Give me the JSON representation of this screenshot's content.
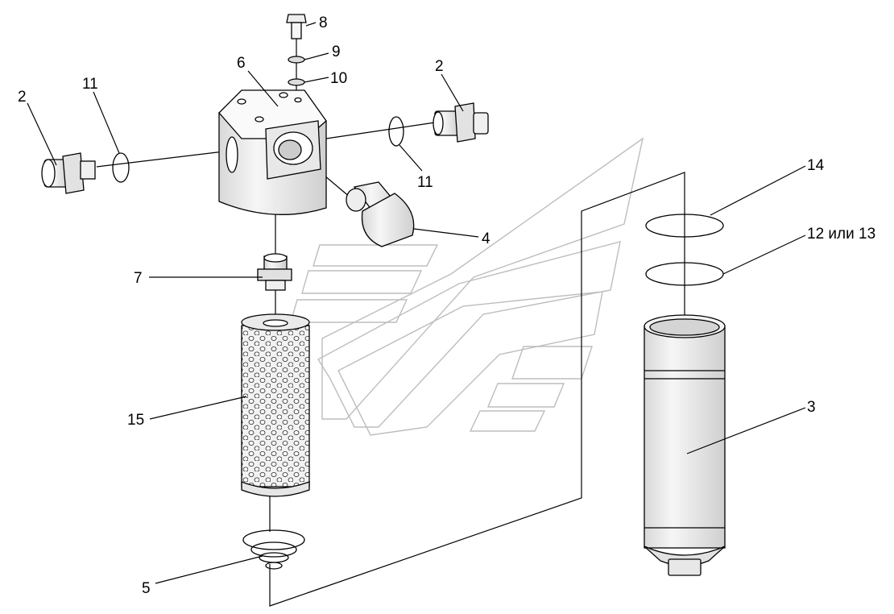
{
  "diagram": {
    "callouts": [
      {
        "id": "c8",
        "text": "8"
      },
      {
        "id": "c9",
        "text": "9"
      },
      {
        "id": "c10",
        "text": "10"
      },
      {
        "id": "c6",
        "text": "6"
      },
      {
        "id": "c2l",
        "text": "2"
      },
      {
        "id": "c11l",
        "text": "11"
      },
      {
        "id": "c2r",
        "text": "2"
      },
      {
        "id": "c11r",
        "text": "11"
      },
      {
        "id": "c4",
        "text": "4"
      },
      {
        "id": "c14",
        "text": "14"
      },
      {
        "id": "c12",
        "text": "12 или 13"
      },
      {
        "id": "c7",
        "text": "7"
      },
      {
        "id": "c15",
        "text": "15"
      },
      {
        "id": "c3",
        "text": "3"
      },
      {
        "id": "c5",
        "text": "5"
      }
    ]
  }
}
